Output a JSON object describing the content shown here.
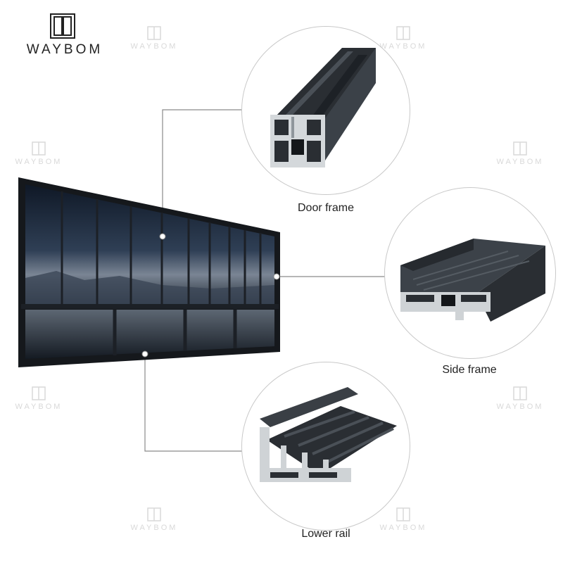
{
  "brand": {
    "name": "WAYBOM"
  },
  "watermark": {
    "text": "WAYBOM"
  },
  "callouts": {
    "door_frame": "Door frame",
    "side_frame": "Side frame",
    "lower_rail": "Lower rail"
  },
  "colors": {
    "profile_dark": "#2a2e33",
    "profile_mid": "#4a5057",
    "aluminum_cut": "#cfd3d6",
    "glass_sky": "#1c2a3c",
    "connector": "#8a8a8a"
  }
}
